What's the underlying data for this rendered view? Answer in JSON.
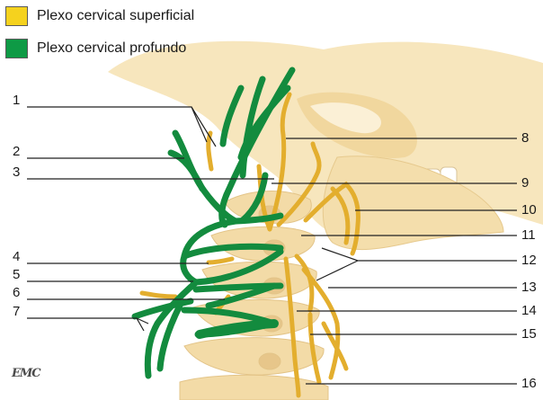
{
  "legend": {
    "items": [
      {
        "label": "Plexo cervical superficial",
        "color": "#F5D21E"
      },
      {
        "label": "Plexo cervical profundo",
        "color": "#0E9A45"
      }
    ]
  },
  "labels": {
    "left": [
      "1",
      "2",
      "3",
      "4",
      "5",
      "6",
      "7"
    ],
    "right": [
      "8",
      "9",
      "10",
      "11",
      "12",
      "13",
      "14",
      "15",
      "16"
    ]
  },
  "logo": {
    "text": "EMC"
  },
  "colors": {
    "bone": "#F6E3B6",
    "bone_shadow": "#E8CE95",
    "superficial_nerve": "#EAB637",
    "deep_nerve": "#0F8A3C",
    "leader_line": "#222222"
  }
}
